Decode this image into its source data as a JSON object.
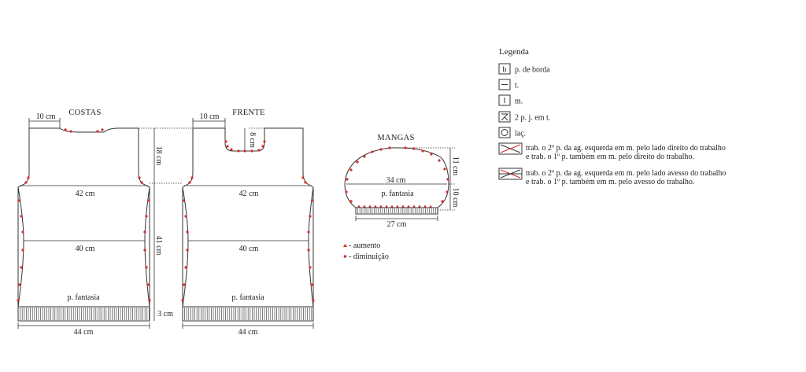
{
  "panels": {
    "back": {
      "title": "COSTAS",
      "neck_width": "10 cm",
      "armhole_depth": "18 cm",
      "body_width": "42 cm",
      "waist_width": "40 cm",
      "stitch_label": "p. fantasia",
      "hem_width": "44 cm",
      "body_length": "41 cm",
      "rib_height": "3 cm"
    },
    "front": {
      "title": "FRENTE",
      "neck_width": "10 cm",
      "neck_depth": "8 cm",
      "body_width": "42 cm",
      "waist_width": "40 cm",
      "stitch_label": "p. fantasia",
      "hem_width": "44 cm"
    },
    "sleeves": {
      "title": "MANGAS",
      "cap_width": "34 cm",
      "cap_height": "11 cm",
      "stitch_label": "p. fantasia",
      "sleeve_height": "10 cm",
      "cuff_width": "27 cm"
    }
  },
  "marks": {
    "increase": "- aumento",
    "decrease": "- diminuição"
  },
  "legend": {
    "title": "Legenda",
    "items": [
      {
        "symbol": "b",
        "symbol_name": "edge-stitch-symbol",
        "text": "p. de borda"
      },
      {
        "symbol": "—",
        "symbol_name": "knit-symbol",
        "text": "t."
      },
      {
        "symbol": "|",
        "symbol_name": "purl-symbol",
        "text": "m."
      },
      {
        "symbol": "k2tog",
        "symbol_name": "k2tog-symbol",
        "text": "2 p. j. em t."
      },
      {
        "symbol": "o",
        "symbol_name": "yarn-over-symbol",
        "text": "laç."
      },
      {
        "symbol": "cross-right",
        "symbol_name": "cross-right-symbol",
        "text": [
          "trab. o 2º p. da ag. esquerda em m. pelo lado direito do trabalho",
          "e trab. o 1º p. também em m. pelo direito do trabalho."
        ]
      },
      {
        "symbol": "cross-wrong",
        "symbol_name": "cross-wrong-symbol",
        "text": [
          "trab. o 2º p. da ag. esquerda em m. pelo lado avesso do trabalho",
          "e trab. o 1º p. também em m. pelo avesso do trabalho."
        ]
      }
    ]
  },
  "colors": {
    "ink": "#333333",
    "marker": "#d62b2b"
  }
}
